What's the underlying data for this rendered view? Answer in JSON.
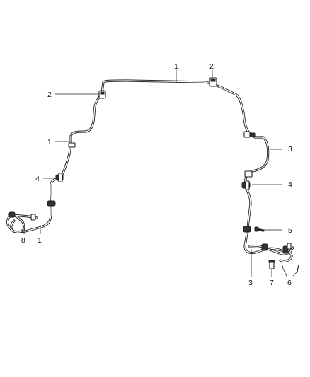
{
  "callouts": {
    "c1_top": "1",
    "c2_top": "2",
    "c2_left": "2",
    "c1_left": "1",
    "c3_right": "3",
    "c4_left": "4",
    "c4_right": "4",
    "c5": "5",
    "c8": "8",
    "c1_bottom": "1",
    "c3_bottom": "3",
    "c7": "7",
    "c6": "6"
  }
}
